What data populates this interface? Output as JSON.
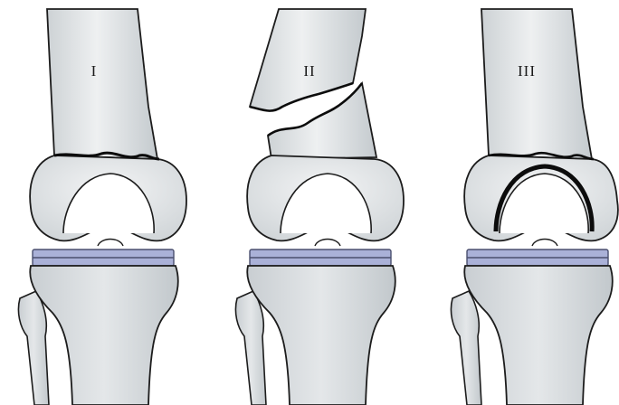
{
  "figure": {
    "panels": [
      {
        "label": "I"
      },
      {
        "label": "II"
      },
      {
        "label": "III"
      }
    ]
  },
  "colors": {
    "bone": "#d8dcde",
    "bone_light": "#eceeef",
    "bone_shadow": "#b7bdc1",
    "outline": "#1c1c1c",
    "meniscus": "#aab1d8",
    "meniscus_line": "#4a4f6e",
    "background": "#ffffff"
  }
}
